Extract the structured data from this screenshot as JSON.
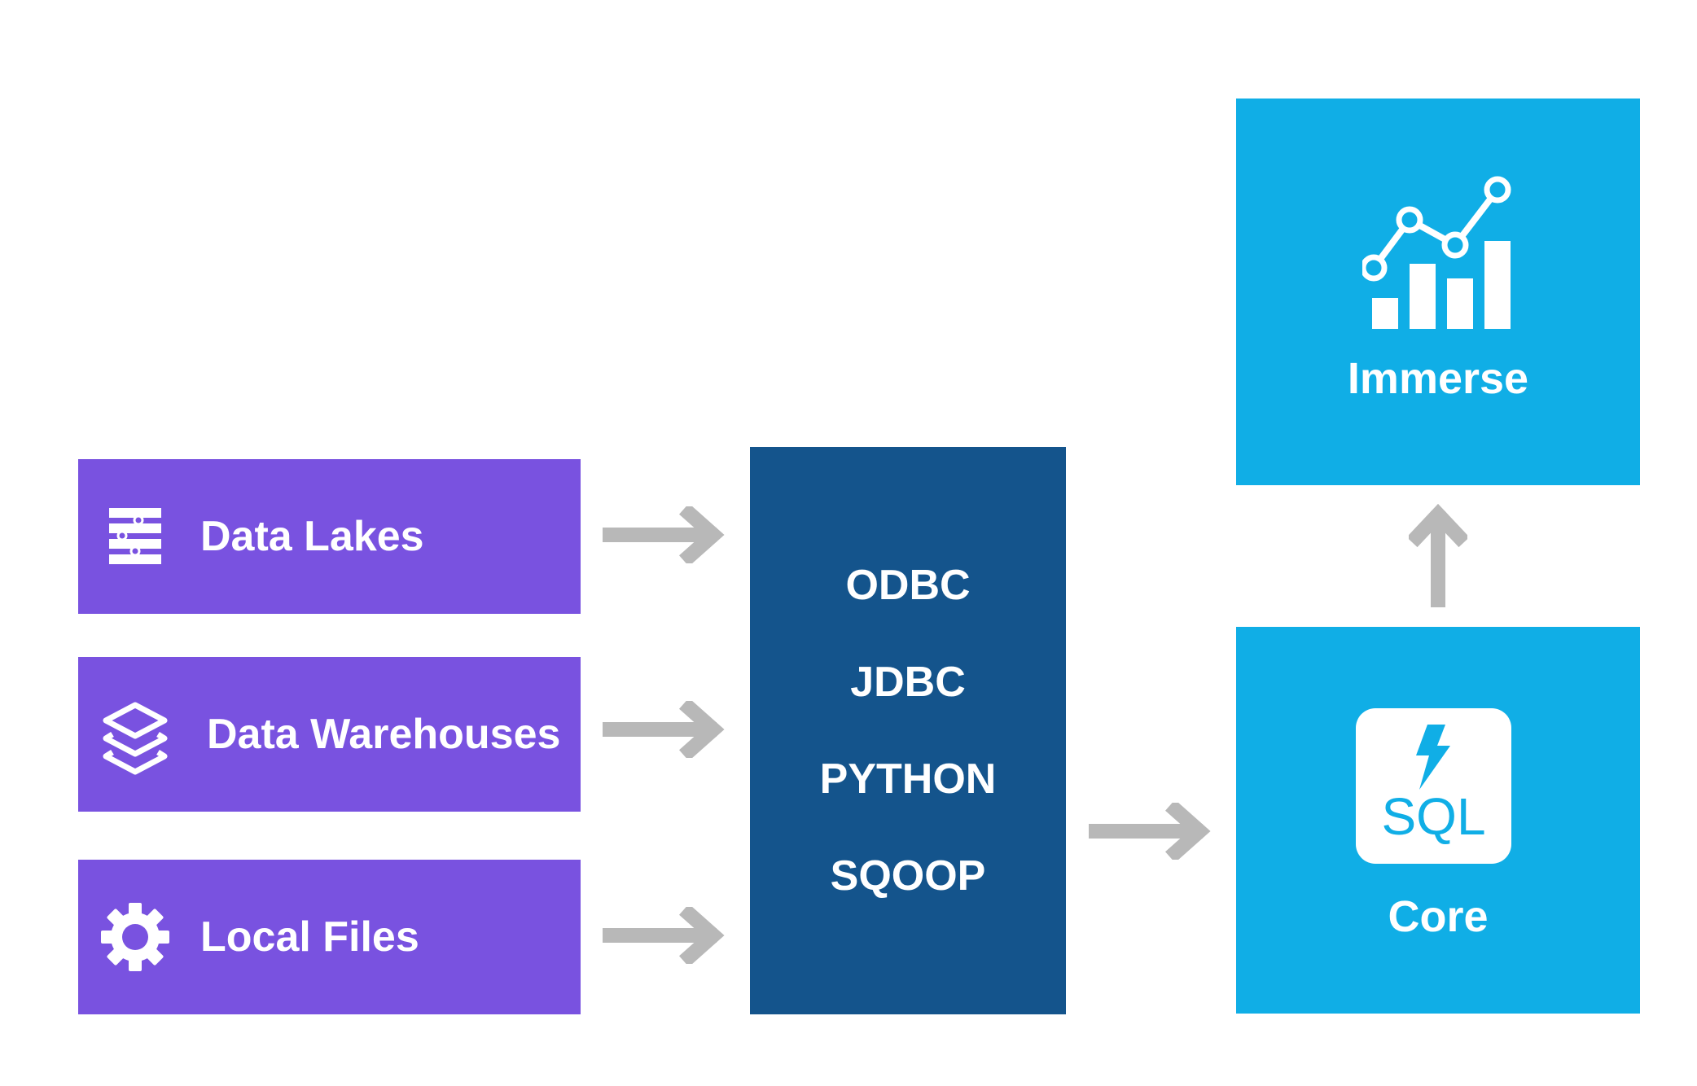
{
  "sources": [
    {
      "label": "Data Lakes",
      "icon": "data-lake-icon"
    },
    {
      "label": "Data Warehouses",
      "icon": "layers-icon"
    },
    {
      "label": "Local Files",
      "icon": "gear-icon"
    }
  ],
  "connectors": {
    "items": [
      "ODBC",
      "JDBC",
      "PYTHON",
      "SQOOP"
    ]
  },
  "core": {
    "label": "Core",
    "sql_label": "SQL",
    "icon": "lightning-bolt-icon"
  },
  "immerse": {
    "label": "Immerse",
    "icon": "analytics-chart-icon"
  },
  "colors": {
    "source_fill": "#7952e0",
    "connector_fill": "#14548c",
    "service_fill": "#10aee6",
    "arrow": "#b8b8b8",
    "text": "#ffffff"
  }
}
